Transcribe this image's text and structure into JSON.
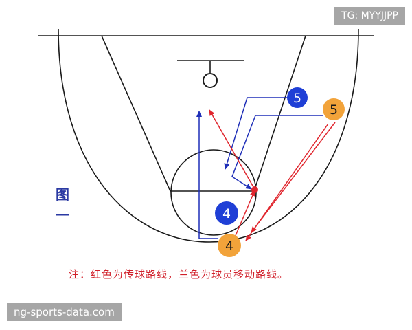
{
  "figure": {
    "label": "图\n一"
  },
  "note": "注：红色为传球路线，兰色为球员移动路线。",
  "watermarks": {
    "top": "TG: MYYJJPP",
    "bottom": "ng-sports-data.com"
  },
  "players": {
    "offense_5": "5",
    "offense_4": "4",
    "defense_5": "5",
    "defense_4": "4"
  },
  "colors": {
    "pass": "#e0262e",
    "move": "#1f2fb8",
    "offense": "#f2a33a",
    "defense": "#1f3fd6",
    "court": "#1a1a1a"
  }
}
